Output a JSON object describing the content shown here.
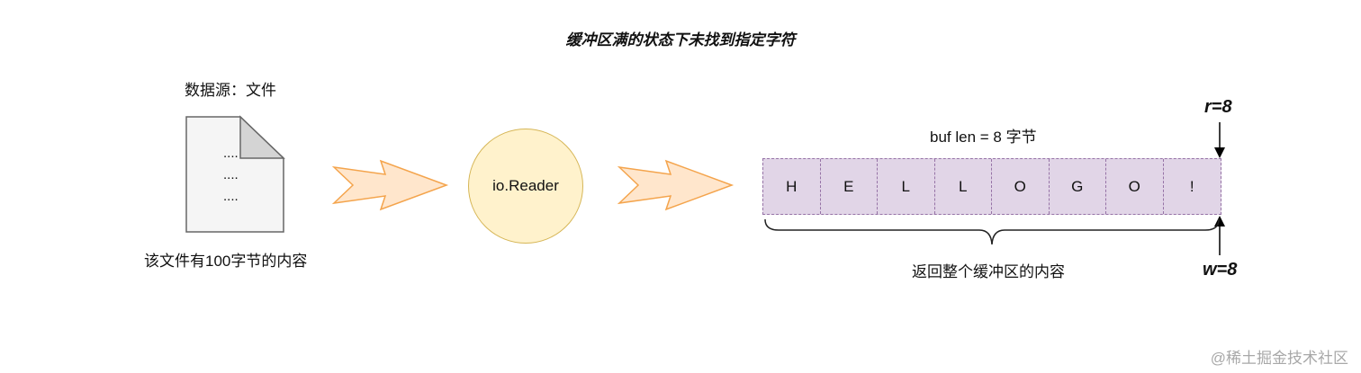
{
  "title": "缓冲区满的状态下未找到指定字符",
  "source_label": "数据源：文件",
  "file_lines": [
    "....",
    "....",
    "...."
  ],
  "file_caption": "该文件有100字节的内容",
  "reader_label": "io.Reader",
  "buf_label": "buf len = 8 字节",
  "buffer_cells": [
    "H",
    "E",
    "L",
    "L",
    "O",
    "G",
    "O",
    "!"
  ],
  "brace_caption": "返回整个缓冲区的内容",
  "r_pointer": "r=8",
  "w_pointer": "w=8",
  "watermark": "@稀土掘金技术社区",
  "colors": {
    "arrow_fill": "#ffe6cc",
    "arrow_stroke": "#f4a44c",
    "reader_fill": "#fff2cc",
    "reader_stroke": "#d6b656",
    "buffer_fill": "#e1d5e7",
    "buffer_stroke": "#9673a6"
  }
}
